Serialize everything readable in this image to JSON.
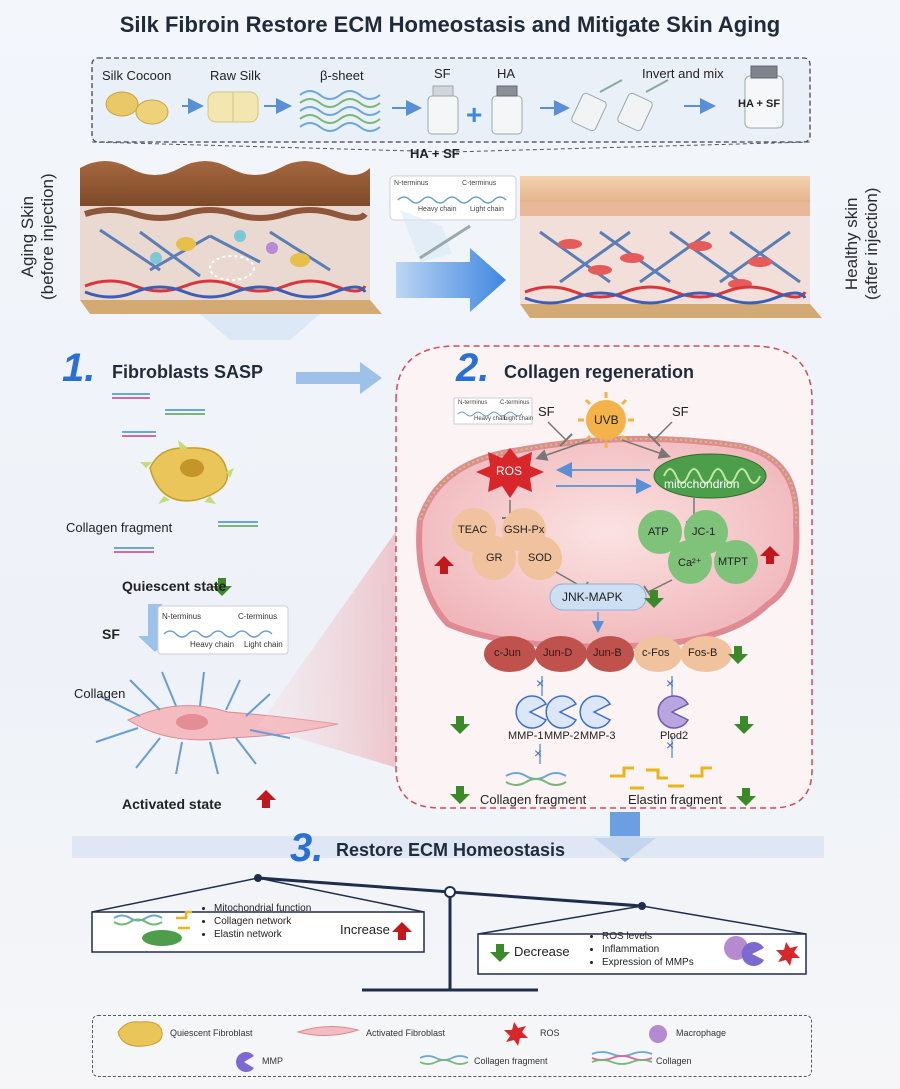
{
  "title": "Silk Fibroin Restore ECM Homeostasis and Mitigate Skin Aging",
  "process": {
    "steps": [
      "Silk Cocoon",
      "Raw Silk",
      "β-sheet",
      "SF",
      "HA",
      "Invert and mix",
      "HA + SF"
    ],
    "below_label": "HA + SF"
  },
  "skin": {
    "aging_label": "Aging Skin",
    "aging_sub": "(before injection)",
    "healthy_label": "Healthy skin",
    "healthy_sub": "(after injection)",
    "chain": {
      "n": "N-terminus",
      "c": "C-terminus",
      "heavy": "Heavy chain",
      "light": "Light chain"
    }
  },
  "section1": {
    "number": "1.",
    "title": "Fibroblasts SASP",
    "collagen_fragment": "Collagen fragment",
    "quiescent": "Quiescent state",
    "sf": "SF",
    "collagen": "Collagen",
    "activated": "Activated state"
  },
  "section2": {
    "number": "2.",
    "title": "Collagen regeneration",
    "sf_left": "SF",
    "uvb": "UVB",
    "sf_right": "SF",
    "ros": "ROS",
    "mitochondrion": "mitochondrion",
    "antiox": [
      "TEAC",
      "GSH-Px",
      "GR",
      "SOD"
    ],
    "mito_markers": [
      "ATP",
      "JC-1",
      "Ca²⁺",
      "MTPT"
    ],
    "jnk": "JNK-MAPK",
    "tfs": [
      "c-Jun",
      "Jun-D",
      "Jun-B",
      "c-Fos",
      "Fos-B"
    ],
    "mmps": [
      "MMP-1",
      "MMP-2",
      "MMP-3"
    ],
    "plod2": "Plod2",
    "collagen_fragment": "Collagen fragment",
    "elastin_fragment": "Elastin fragment"
  },
  "section3": {
    "number": "3.",
    "title": "Restore ECM Homeostasis",
    "increase_items": [
      "Mitochondrial function",
      "Collagen network",
      "Elastin network"
    ],
    "increase": "Increase",
    "decrease": "Decrease",
    "decrease_items": [
      "ROS levels",
      "Inflammation",
      "Expression of MMPs"
    ]
  },
  "legend": {
    "items": [
      "Quiescent Fibroblast",
      "Activated Fibroblast",
      "ROS",
      "Macrophage",
      "MMP",
      "Collagen fragment",
      "Collagen"
    ]
  },
  "colors": {
    "up": "#c0181c",
    "down": "#3a8a2a",
    "blue_arrow": "#5a8fd8",
    "ros": "#d8262b",
    "mito": "#4d9e4a",
    "cell": "#f4c0c4"
  }
}
